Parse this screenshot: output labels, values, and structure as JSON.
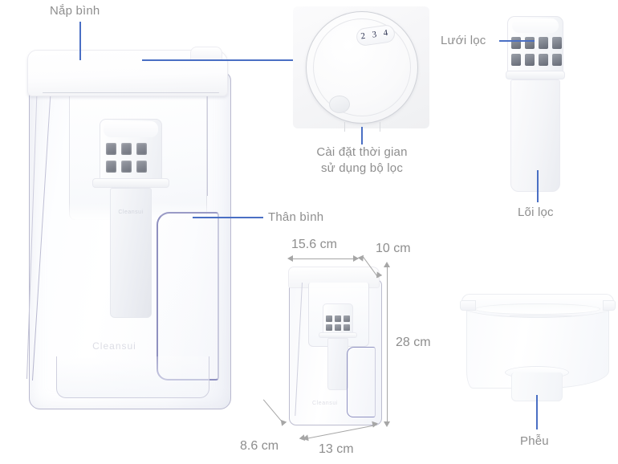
{
  "diagram": {
    "title": "Cleansui water filter pitcher parts diagram",
    "accent_line_color": "#4a6fc4",
    "label_color": "#8e8e8e",
    "dimension_color": "#a6a6a6"
  },
  "labels": {
    "lid": "Nắp bình",
    "body": "Thân bình",
    "timer_setting": "Cài đặt thời gian\nsử dụng bộ lọc",
    "timer_setting_line1": "Cài đặt thời gian",
    "timer_setting_line2": "sử dụng bộ lọc",
    "filter_mesh": "Lưới lọc",
    "filter_core": "Lõi lọc",
    "funnel": "Phễu"
  },
  "dial": {
    "numbers": "2 3 4",
    "number_list": [
      "2",
      "3",
      "4"
    ]
  },
  "brand": {
    "name": "Cleansui"
  },
  "dimensions": {
    "width_top": "15.6 cm",
    "depth_top": "10 cm",
    "height": "28 cm",
    "depth_bottom": "8.6 cm",
    "width_bottom": "13 cm"
  }
}
